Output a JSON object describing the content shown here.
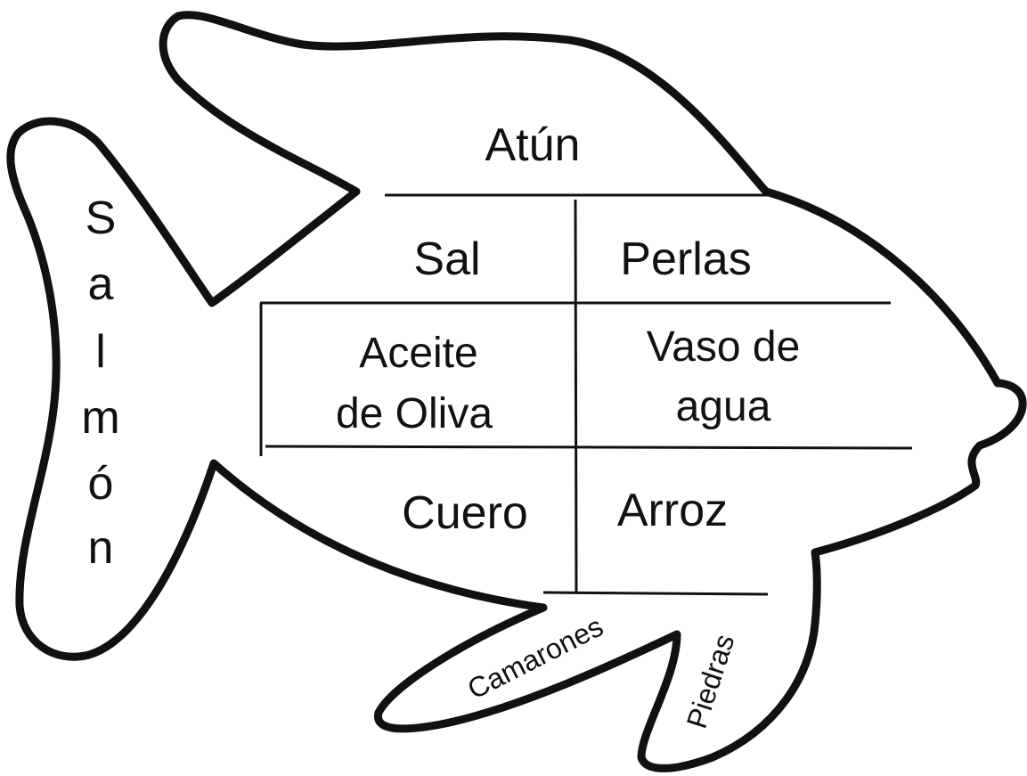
{
  "title": "",
  "tail_word": "Salmón",
  "tail_letters": [
    "S",
    "a",
    "l",
    "m",
    "ó",
    "n"
  ],
  "cells": {
    "top": "Atún",
    "sal": "Sal",
    "perlas": "Perlas",
    "aceite_line1": "Aceite",
    "aceite_line2": "de Oliva",
    "vaso_line1": "Vaso de",
    "vaso_line2": "agua",
    "cuero": "Cuero",
    "arroz": "Arroz"
  },
  "fins": {
    "left": "Camarones",
    "right": "Piedras"
  },
  "colors": {
    "outline": "#111111",
    "background": "#ffffff"
  }
}
